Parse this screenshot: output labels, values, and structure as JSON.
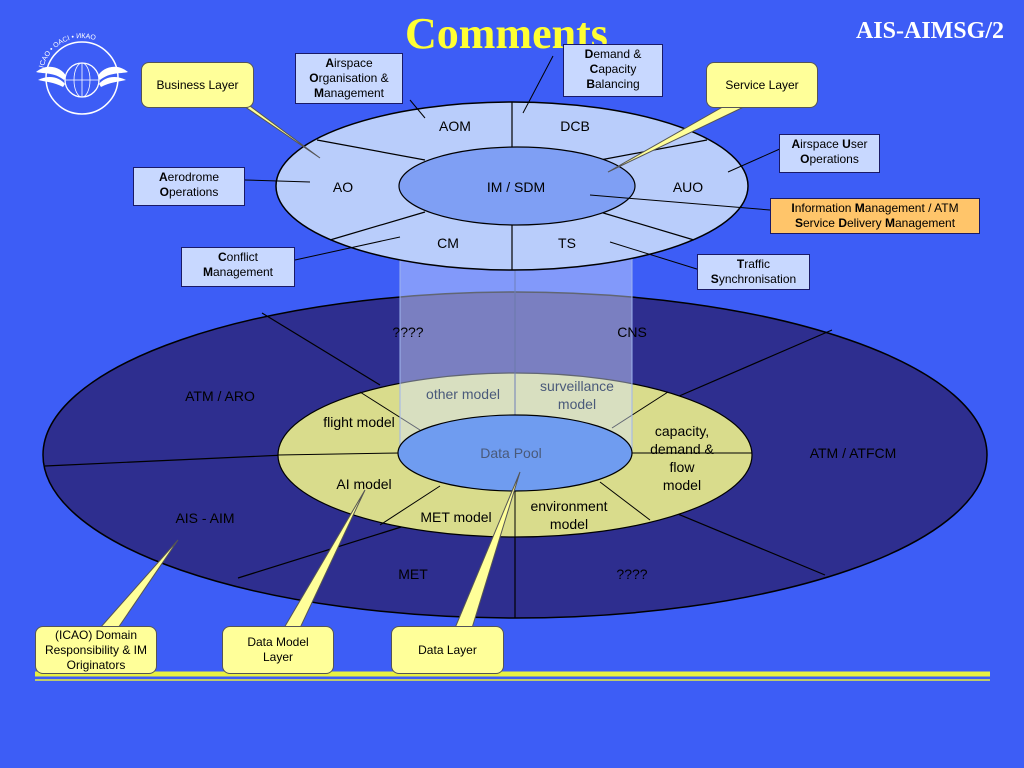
{
  "header": {
    "title": "Comments",
    "code": "AIS-AIMSG/2"
  },
  "logo": {
    "name": "icao-logo",
    "text": "ICAO • OACI • ИКАО"
  },
  "service_ring": {
    "center": "IM / SDM",
    "segments": {
      "aom": "AOM",
      "dcb": "DCB",
      "auo": "AUO",
      "ts": "TS",
      "cm": "CM",
      "ao": "AO"
    }
  },
  "legend_boxes": {
    "aom": {
      "l1_bold": "A",
      "l1": "irspace",
      "l2_bold": "O",
      "l2": "rganisation &",
      "l3_bold": "M",
      "l3": "anagement"
    },
    "dcb": {
      "l1_bold": "D",
      "l1": "emand &",
      "l2_bold": "C",
      "l2": "apacity",
      "l3_bold": "B",
      "l3": "alancing"
    },
    "auo": {
      "l1_bold": "A",
      "l1a": "irspace ",
      "l1_bold2": "U",
      "l1b": "ser",
      "l2_bold": "O",
      "l2": "perations"
    },
    "ao": {
      "l1_bold": "A",
      "l1": "erodrome",
      "l2_bold": "O",
      "l2": "perations"
    },
    "cm": {
      "l1_bold": "C",
      "l1": "onflict",
      "l2_bold": "M",
      "l2": "anagement"
    },
    "ts": {
      "l1_bold": "T",
      "l1": "raffic",
      "l2_bold": "S",
      "l2": "ynchronisation"
    },
    "im": {
      "l1_b1": "I",
      "l1_t1": "nformation ",
      "l1_b2": "M",
      "l1_t2": "anagement / ATM",
      "l2_b1": "S",
      "l2_t1": "ervice ",
      "l2_b2": "D",
      "l2_t2": "elivery ",
      "l2_b3": "M",
      "l2_t3": "anagement"
    }
  },
  "callouts": {
    "business": "Business Layer",
    "service": "Service Layer",
    "icao": "(ICAO) Domain Responsibility & IM Originators",
    "data_model": "Data Model Layer",
    "data_layer": "Data Layer"
  },
  "outer_ring": {
    "q1": "????",
    "cns": "CNS",
    "atm_aro": "ATM / ARO",
    "atm_atfcm": "ATM / ATFCM",
    "ais_aim": "AIS - AIM",
    "met": "MET",
    "q2": "????"
  },
  "model_ring": {
    "other": "other model",
    "surveillance_1": "surveillance",
    "surveillance_2": "model",
    "flight": "flight model",
    "capacity_1": "capacity,",
    "capacity_2": "demand &",
    "capacity_3": "flow",
    "capacity_4": "model",
    "ai": "AI model",
    "met": "MET model",
    "environment_1": "environment",
    "environment_2": "model",
    "center": "Data Pool"
  },
  "colors": {
    "background": "#3d5df6",
    "title": "#ffff33",
    "outer_ring": "#2e2e8f",
    "model_ring": "#d9dc8c",
    "data_pool": "#6f9cf0",
    "service_ring": "#b9cdfb",
    "service_center": "#7f9ff4",
    "callout": "#ffff99",
    "underline": "#e8f040"
  }
}
